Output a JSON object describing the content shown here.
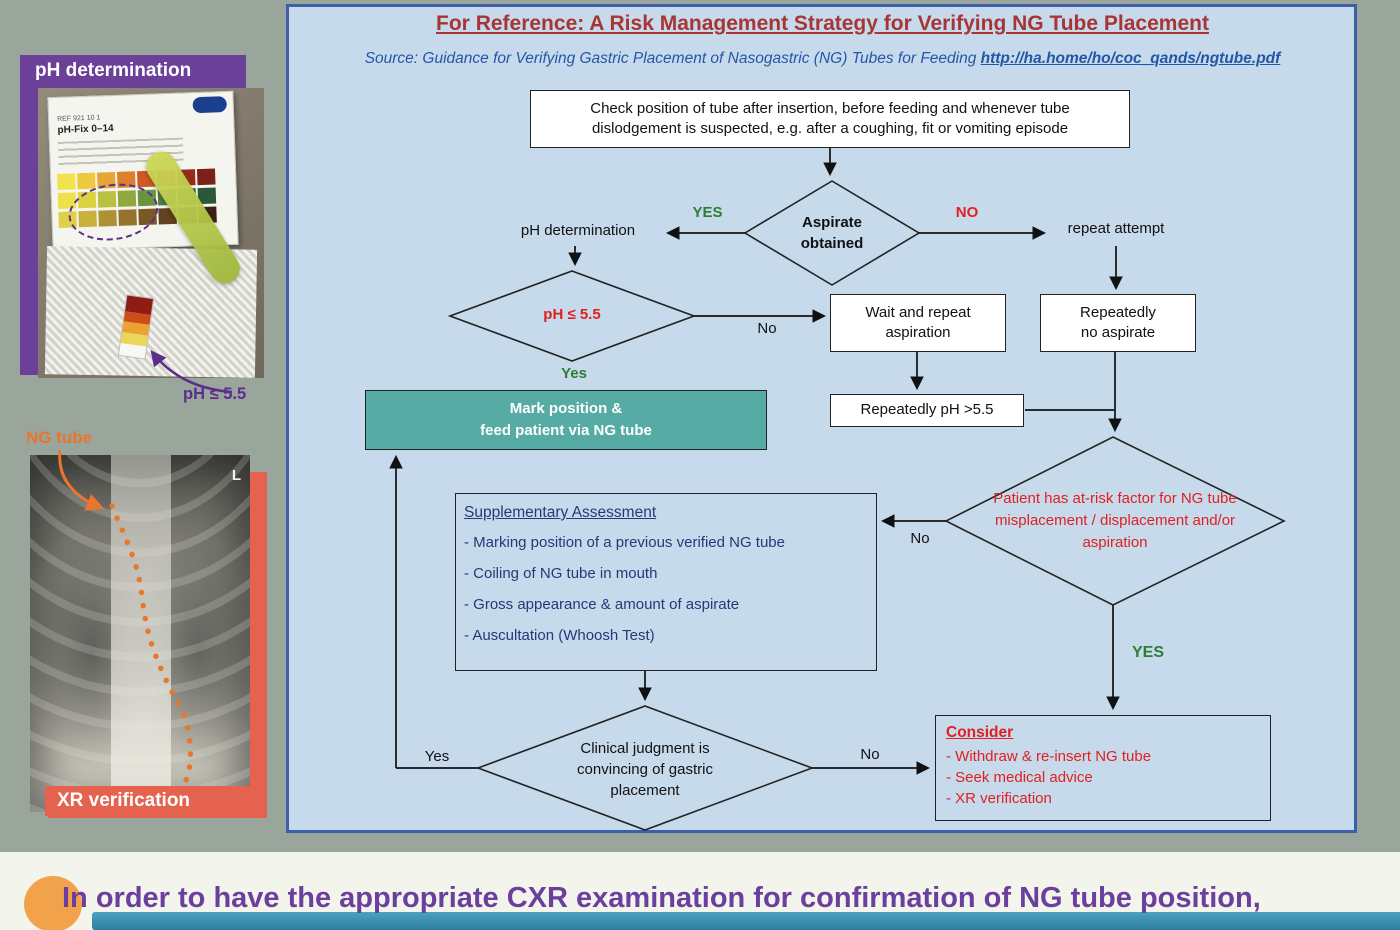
{
  "colors": {
    "background": "#9aa59b",
    "panel_bg": "#c6daeb",
    "panel_border": "#3c5fa8",
    "title_red": "#a73535",
    "source_blue": "#2456a8",
    "purple": "#6a4098",
    "salmon": "#e5624e",
    "teal_box": "#56aca4",
    "orange": "#e8762c",
    "green_label": "#2e7d32",
    "red_label": "#e02020",
    "navy_text": "#233a78",
    "footer_purple": "#6a3f9e",
    "footer_bar": "#2a7d9e",
    "footer_circle": "#f2a24a"
  },
  "left_column": {
    "ph_header": "pH determination",
    "kit": {
      "ref_line": "REF 921 10 1",
      "name_line": "pH-Fix 0–14"
    },
    "ph_annotation": "pH ≤ 5.5",
    "ng_tube_label": "NG tube",
    "xray_marker": "L",
    "xr_header": "XR verification"
  },
  "panel": {
    "title": "For Reference: A Risk Management Strategy for Verifying NG Tube Placement",
    "source_prefix": "Source: Guidance for Verifying Gastric Placement of Nasogastric (NG) Tubes for Feeding ",
    "source_url": "http://ha.home/ho/coc_qands/ngtube.pdf"
  },
  "flow": {
    "check_instruction": "Check position of tube after insertion, before feeding and whenever tube dislodgement is suspected, e.g. after a coughing, fit or vomiting episode",
    "aspirate_diamond": "Aspirate obtained",
    "label_yes_upper": "YES",
    "label_no_upper": "NO",
    "ph_determination": "pH determination",
    "repeat_attempt": "repeat attempt",
    "ph_diamond": "pH  ≤ 5.5",
    "label_no_ph": "No",
    "wait_repeat_line1": "Wait and repeat",
    "wait_repeat_line2": "aspiration",
    "repeatedly_no_aspirate_line1": "Repeatedly",
    "repeatedly_no_aspirate_line2": "no aspirate",
    "label_yes_ph": "Yes",
    "mark_position_line1": "Mark position &",
    "mark_position_line2": "feed patient via NG tube",
    "repeatedly_ph": "Repeatedly pH >5.5",
    "risk_diamond": "Patient has at-risk factor for NG tube misplacement / displacement and/or aspiration",
    "label_no_risk": "No",
    "label_yes_risk": "YES",
    "supplementary": {
      "title": "Supplementary Assessment",
      "items": [
        "- Marking position of a previous verified NG tube",
        "- Coiling of NG tube in mouth",
        "- Gross appearance & amount of aspirate",
        "- Auscultation (Whoosh Test)"
      ]
    },
    "clinical_diamond": "Clinical judgment is convincing of gastric placement",
    "label_yes_clinical": "Yes",
    "label_no_clinical": "No",
    "consider": {
      "title": "Consider",
      "items": [
        "- Withdraw & re-insert NG tube",
        "- Seek medical advice",
        "- XR verification"
      ]
    }
  },
  "footer": {
    "text": "In order to have the appropriate CXR examination for confirmation of NG tube position,"
  }
}
